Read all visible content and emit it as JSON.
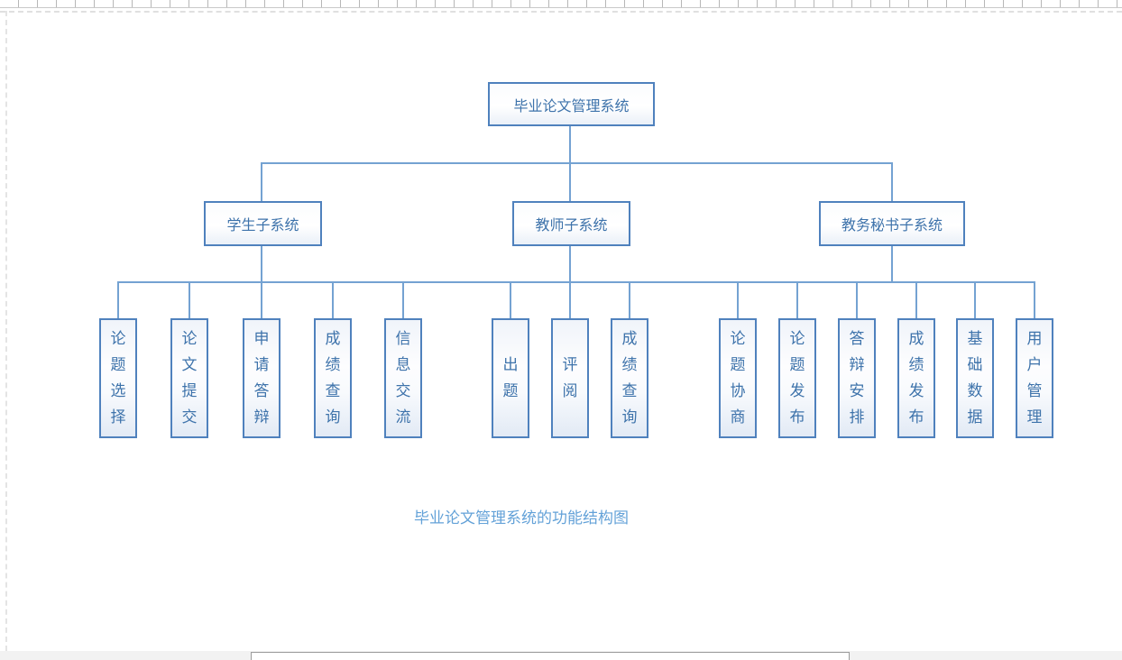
{
  "colors": {
    "node_border": "#4f81bd",
    "node_text": "#3e73ab",
    "connector": "#74a2d2",
    "caption_text": "#64a2d8",
    "node_fill_bottom": "#e2eaf5",
    "page_background": "#ffffff",
    "bottom_bar_background": "#f2f2f2"
  },
  "diagram": {
    "root": {
      "label": "毕业论文管理系统"
    },
    "level1": [
      {
        "label": "学生子系统",
        "children": [
          "论题选择",
          "论文提交",
          "申请答辩",
          "成绩查询",
          "信息交流"
        ]
      },
      {
        "label": "教师子系统",
        "children": [
          "出题",
          "评阅",
          "成绩查询"
        ]
      },
      {
        "label": "教务秘书子系统",
        "children": [
          "论题协商",
          "论题发布",
          "答辩安排",
          "成绩发布",
          "基础数据",
          "用户管理"
        ]
      }
    ],
    "caption": "毕业论文管理系统的功能结构图"
  }
}
